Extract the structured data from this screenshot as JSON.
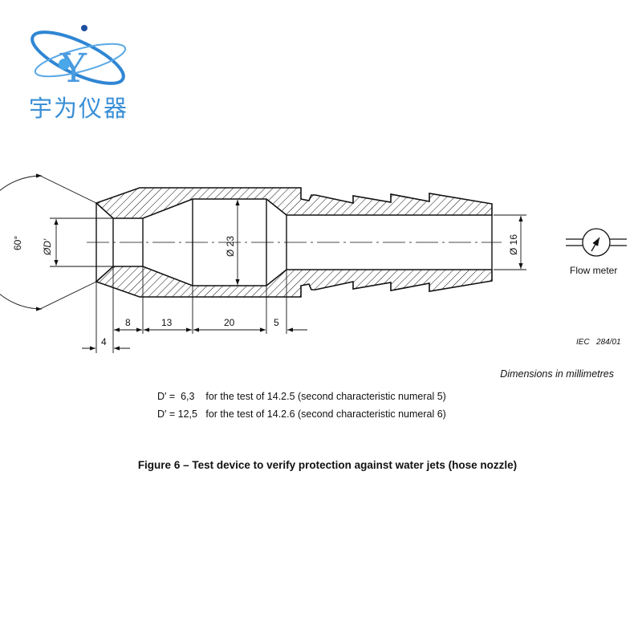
{
  "logo": {
    "brand_text": "宇为仪器",
    "mark_letter": "Y",
    "accent_color": "#3a8fd6"
  },
  "drawing": {
    "angle_label": "60°",
    "bore_label": "ØD′",
    "large_bore_label": "Ø 23",
    "hose_bore_label": "Ø 16",
    "dimensions": [
      "4",
      "8",
      "13",
      "20",
      "5"
    ],
    "flow_meter_label": "Flow meter",
    "reference": "IEC   284/01"
  },
  "units_note": "Dimensions in millimetres",
  "notes": [
    "D′ =  6,3    for the test of 14.2.5 (second characteristic numeral 5)",
    "D′ = 12,5   for the test of 14.2.6 (second characteristic numeral 6)"
  ],
  "caption": "Figure 6 – Test device to verify protection against water jets (hose nozzle)"
}
